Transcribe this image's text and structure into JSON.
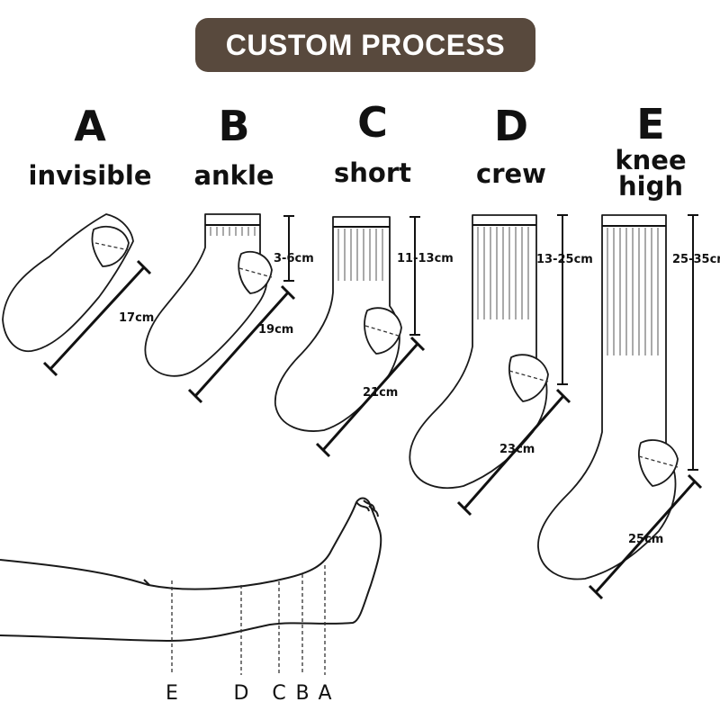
{
  "header": {
    "title": "CUSTOM PROCESS"
  },
  "socks": [
    {
      "letter": "A",
      "name": "invisible",
      "top_measure": "",
      "length_measure": "17cm"
    },
    {
      "letter": "B",
      "name": "ankle",
      "top_measure": "3-6cm",
      "length_measure": "19cm"
    },
    {
      "letter": "C",
      "name": "short",
      "top_measure": "11-13cm",
      "length_measure": "21cm"
    },
    {
      "letter": "D",
      "name": "crew",
      "top_measure": "13-25cm",
      "length_measure": "23cm"
    },
    {
      "letter": "E",
      "name_line1": "knee",
      "name_line2": "high",
      "top_measure": "25-35cm",
      "length_measure": "25cm"
    }
  ],
  "leg_markers": [
    "E",
    "D",
    "C",
    "B",
    "A"
  ]
}
